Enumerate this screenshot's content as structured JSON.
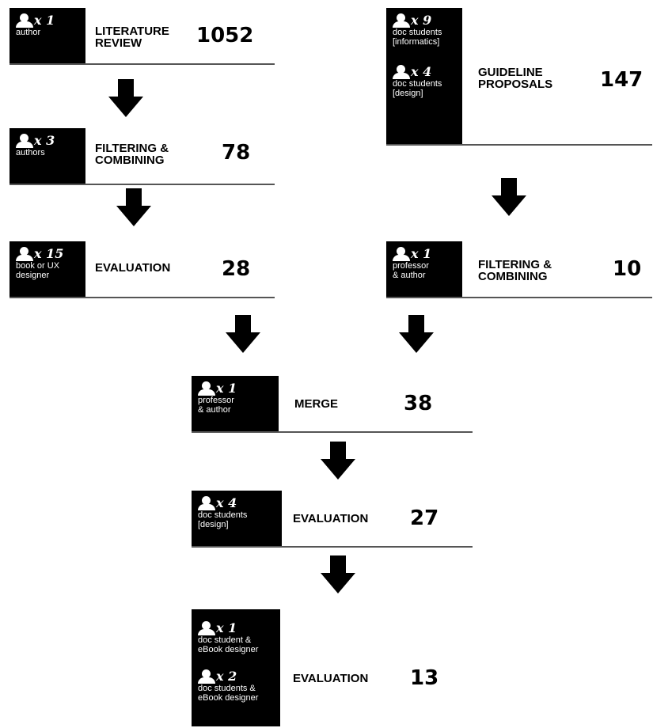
{
  "steps": [
    {
      "label": "LITERATURE\nREVIEW",
      "number": "1052",
      "participants": [
        {
          "count": "x 1",
          "role": "author"
        }
      ]
    },
    {
      "label": "FILTERING &\nCOMBINING",
      "number": "78",
      "participants": [
        {
          "count": "x 3",
          "role": "authors"
        }
      ]
    },
    {
      "label": "EVALUATION",
      "number": "28",
      "participants": [
        {
          "count": "x 15",
          "role": "book or UX\ndesigner"
        }
      ]
    },
    {
      "label": "GUIDELINE\nPROPOSALS",
      "number": "147",
      "participants": [
        {
          "count": "x 9",
          "role": "doc students\n[informatics]"
        },
        {
          "count": "x 4",
          "role": "doc students\n[design]"
        }
      ]
    },
    {
      "label": "FILTERING &\nCOMBINING",
      "number": "10",
      "participants": [
        {
          "count": "x 1",
          "role": "professor\n& author"
        }
      ]
    },
    {
      "label": "MERGE",
      "number": "38",
      "participants": [
        {
          "count": "x 1",
          "role": "professor\n& author"
        }
      ]
    },
    {
      "label": "EVALUATION",
      "number": "27",
      "participants": [
        {
          "count": "x 4",
          "role": "doc students\n[design]"
        }
      ]
    },
    {
      "label": "EVALUATION",
      "number": "13",
      "participants": [
        {
          "count": "x 1",
          "role": "doc student  &\neBook designer"
        },
        {
          "count": "x 2",
          "role": "doc students &\neBook designer"
        }
      ]
    }
  ],
  "icons": {
    "participant": "person-icon",
    "flow": "down-arrow-icon"
  },
  "colors": {
    "badge": "#000000",
    "text": "#000000",
    "rule": "#555555"
  }
}
